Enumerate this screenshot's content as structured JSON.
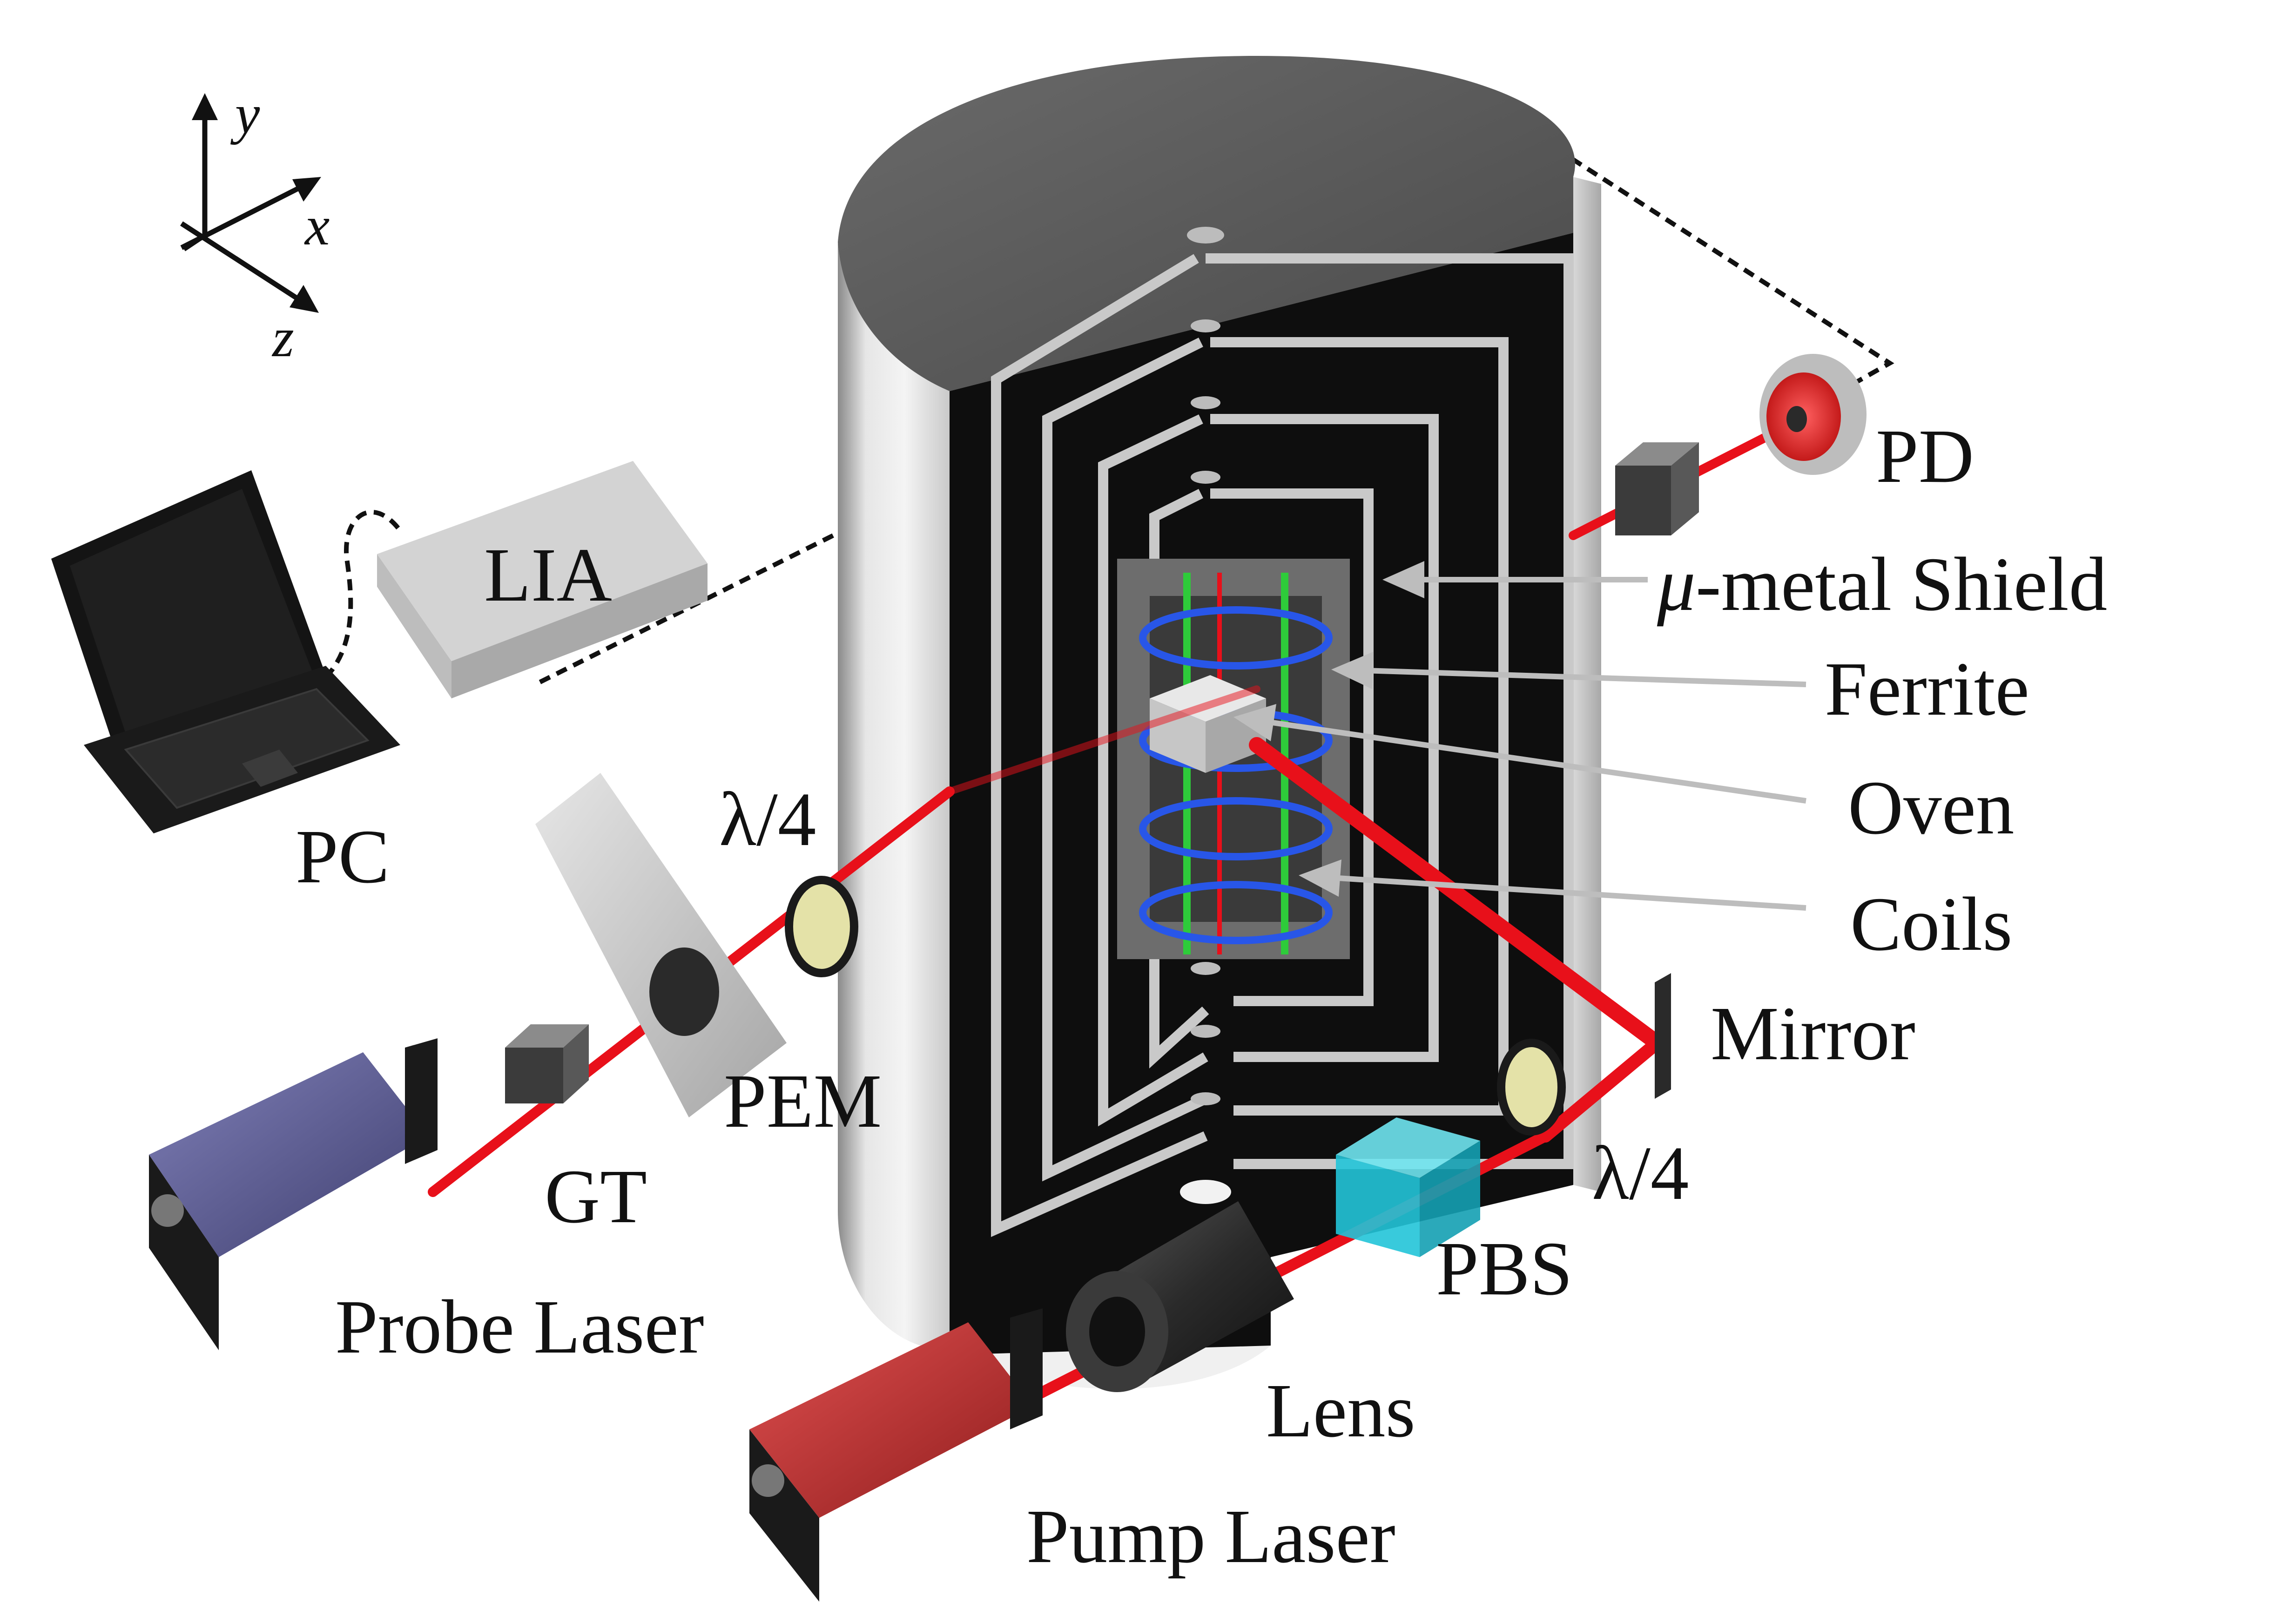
{
  "axes": {
    "x": "x",
    "y": "y",
    "z": "z"
  },
  "labels": {
    "lia": "LIA",
    "pc": "PC",
    "qwp_probe": "λ/4",
    "pem": "PEM",
    "gt": "GT",
    "probe_laser": "Probe Laser",
    "pd": "PD",
    "shield_mu": "μ",
    "shield_rest": "-metal Shield",
    "ferrite": "Ferrite",
    "oven": "Oven",
    "coils": "Coils",
    "mirror": "Mirror",
    "qwp_pump": "λ/4",
    "pbs": "PBS",
    "lens": "Lens",
    "pump_laser": "Pump Laser"
  },
  "icons": {
    "laptop": "laptop-icon",
    "lockin": "lock-in-amplifier-icon",
    "probe_laser": "probe-laser-head-icon",
    "pump_laser": "pump-laser-head-icon",
    "photodiode": "photodiode-icon",
    "shield": "shield-cylinder-icon"
  },
  "colors": {
    "beam": "#e8101a",
    "shield_face": "#111111",
    "shield_lines": "#c9c9c9",
    "probe_laser": "#5b5b9a",
    "pump_laser": "#c42b2b",
    "pbs": "#22c4d8",
    "coil_blue": "#2856e8",
    "coil_green": "#2ecb3a"
  }
}
